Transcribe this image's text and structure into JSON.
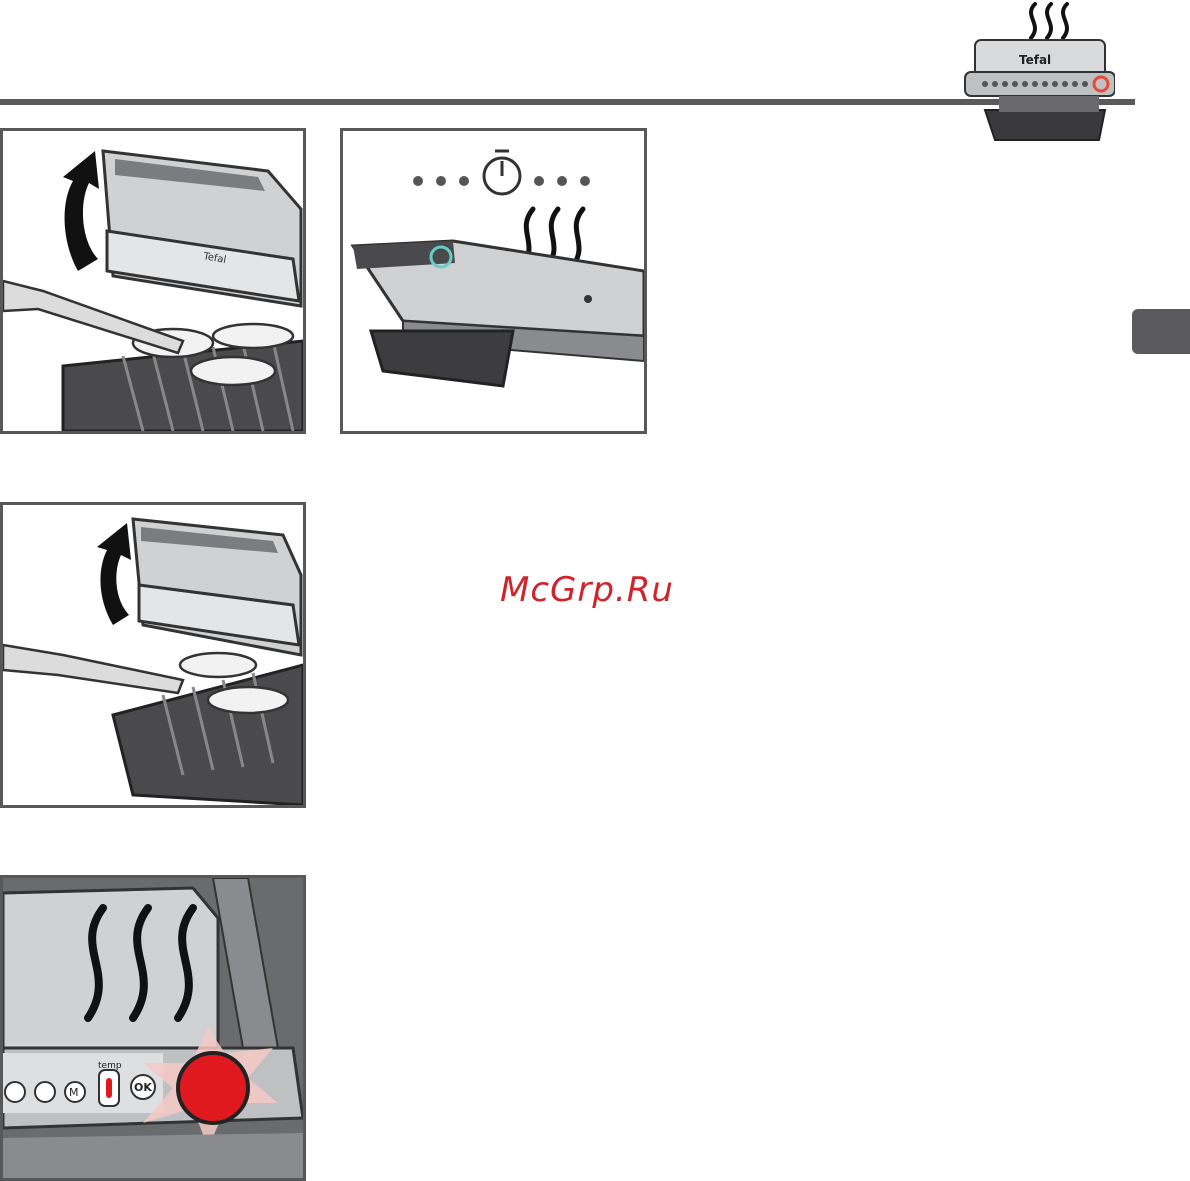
{
  "brand": {
    "name": "Tefal"
  },
  "watermark": {
    "text": "McGrp.Ru"
  },
  "control_panel": {
    "temp_label": "temp",
    "ok_label": "OK",
    "manual_label": "M"
  },
  "colors": {
    "rule": "#5a5a5c",
    "panel_border": "#58585a",
    "watermark": "#d0232b",
    "indicator_red": "#e0191f"
  }
}
